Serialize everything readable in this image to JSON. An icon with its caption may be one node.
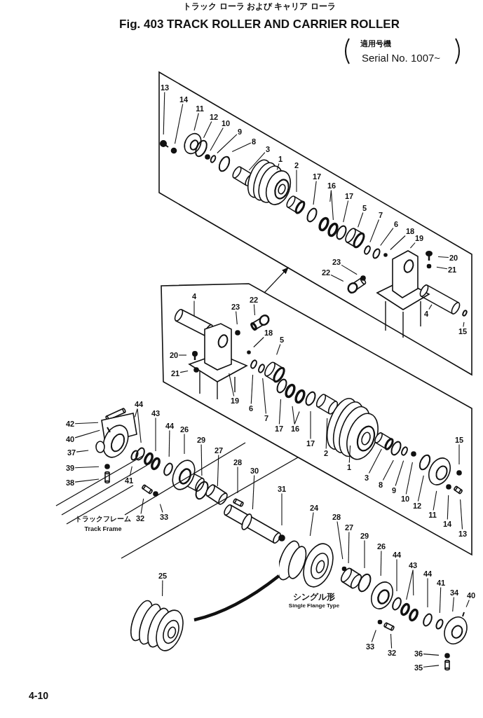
{
  "diagram": {
    "title": "Fig. 403 TRACK ROLLER AND CARRIER ROLLER",
    "nodes": [
      {
        "text": [],
        "shape": "box"
      },
      {
        "text": [],
        "shape": "box"
      },
      {
        "text": [
          "13"
        ],
        "in": 0
      },
      {
        "text": [
          "14"
        ],
        "in": 0
      },
      {
        "text": [
          "11"
        ],
        "in": 0
      },
      {
        "text": [
          "12"
        ],
        "in": 0
      },
      {
        "text": [
          "10"
        ],
        "in": 0
      },
      {
        "text": [
          "9"
        ],
        "in": 0
      },
      {
        "text": [
          "8"
        ],
        "in": 0
      },
      {
        "text": [
          "3"
        ],
        "in": 0
      },
      {
        "text": [
          "1"
        ],
        "in": 0
      },
      {
        "text": [
          "2"
        ],
        "in": 0
      },
      {
        "text": [
          "17"
        ],
        "in": 0
      },
      {
        "text": [
          "16"
        ],
        "in": 0
      },
      {
        "text": [
          "17"
        ],
        "in": 0
      },
      {
        "text": [
          "5"
        ],
        "in": 0
      },
      {
        "text": [
          "7"
        ],
        "in": 0
      },
      {
        "text": [
          "6"
        ],
        "in": 0
      },
      {
        "text": [
          "18"
        ],
        "in": 0
      },
      {
        "text": [
          "19"
        ],
        "in": 0
      },
      {
        "text": [
          "20"
        ],
        "in": 0
      },
      {
        "text": [
          "21"
        ],
        "in": 0
      },
      {
        "text": [
          "23"
        ],
        "in": 0
      },
      {
        "text": [
          "22"
        ],
        "in": 0
      },
      {
        "text": [
          "4"
        ],
        "in": 0
      },
      {
        "text": [
          "15"
        ],
        "in": 0
      },
      {
        "text": [
          "4"
        ],
        "in": 1
      },
      {
        "text": [
          "23"
        ],
        "in": 1
      },
      {
        "text": [
          "22"
        ],
        "in": 1
      },
      {
        "text": [
          "18"
        ],
        "in": 1
      },
      {
        "text": [
          "5"
        ],
        "in": 1
      },
      {
        "text": [
          "20"
        ],
        "in": 1
      },
      {
        "text": [
          "21"
        ],
        "in": 1
      },
      {
        "text": [
          "19"
        ],
        "in": 1
      },
      {
        "text": [
          "6"
        ],
        "in": 1
      },
      {
        "text": [
          "7"
        ],
        "in": 1
      },
      {
        "text": [
          "17"
        ],
        "in": 1
      },
      {
        "text": [
          "16"
        ],
        "in": 1
      },
      {
        "text": [
          "17"
        ],
        "in": 1
      },
      {
        "text": [
          "2"
        ],
        "in": 1
      },
      {
        "text": [
          "1"
        ],
        "in": 1
      },
      {
        "text": [
          "3"
        ],
        "in": 1
      },
      {
        "text": [
          "8"
        ],
        "in": 1
      },
      {
        "text": [
          "9"
        ],
        "in": 1
      },
      {
        "text": [
          "10"
        ],
        "in": 1
      },
      {
        "text": [
          "12"
        ],
        "in": 1
      },
      {
        "text": [
          "15"
        ],
        "in": 1
      },
      {
        "text": [
          "11"
        ],
        "in": 1
      },
      {
        "text": [
          "14"
        ],
        "in": 1
      },
      {
        "text": [
          "13"
        ],
        "in": 1
      },
      {
        "text": [
          "44"
        ]
      },
      {
        "text": [
          "42"
        ]
      },
      {
        "text": [
          "40"
        ]
      },
      {
        "text": [
          "37"
        ]
      },
      {
        "text": [
          "39"
        ]
      },
      {
        "text": [
          "38"
        ]
      },
      {
        "text": [
          "43"
        ]
      },
      {
        "text": [
          "44"
        ]
      },
      {
        "text": [
          "26"
        ]
      },
      {
        "text": [
          "29"
        ]
      },
      {
        "text": [
          "27"
        ]
      },
      {
        "text": [
          "28"
        ]
      },
      {
        "text": [
          "30"
        ]
      },
      {
        "text": [
          "41"
        ]
      },
      {
        "text": [
          "32"
        ]
      },
      {
        "text": [
          "33"
        ]
      },
      {
        "text": [
          "31"
        ]
      },
      {
        "text": [
          "24"
        ]
      },
      {
        "text": [
          "25"
        ]
      },
      {
        "text": [
          "28"
        ]
      },
      {
        "text": [
          "27"
        ]
      },
      {
        "text": [
          "29"
        ]
      },
      {
        "text": [
          "26"
        ]
      },
      {
        "text": [
          "44"
        ]
      },
      {
        "text": [
          "43"
        ]
      },
      {
        "text": [
          "44"
        ]
      },
      {
        "text": [
          "41"
        ]
      },
      {
        "text": [
          "34"
        ]
      },
      {
        "text": [
          "40"
        ]
      },
      {
        "text": [
          "33"
        ]
      },
      {
        "text": [
          "32"
        ]
      },
      {
        "text": [
          "36"
        ]
      },
      {
        "text": [
          "35"
        ]
      },
      {
        "text": [],
        "shape": "picture",
        "beside": [
          "シングル形",
          "Single Flange Type"
        ]
      },
      {
        "text": [],
        "shape": "picture"
      }
    ],
    "edges": [
      {
        "from": 1,
        "to": 0,
        "arrow": "to"
      },
      {
        "from": 83,
        "to": 84,
        "arrow": "none",
        "style": "thick"
      },
      {
        "from": 2,
        "to": null,
        "arrow": "none"
      },
      {
        "from": 3,
        "to": null,
        "arrow": "none"
      },
      {
        "from": 4,
        "to": null,
        "arrow": "none"
      },
      {
        "from": 5,
        "to": null,
        "arrow": "none"
      },
      {
        "from": 6,
        "to": null,
        "arrow": "none"
      },
      {
        "from": 7,
        "to": null,
        "arrow": "none"
      },
      {
        "from": 8,
        "to": null,
        "arrow": "none"
      },
      {
        "from": 9,
        "to": null,
        "arrow": "none"
      },
      {
        "from": 10,
        "to": null,
        "arrow": "none"
      },
      {
        "from": 11,
        "to": null,
        "arrow": "none"
      },
      {
        "from": 12,
        "to": null,
        "arrow": "none"
      },
      {
        "from": 13,
        "to": null,
        "arrow": "none"
      },
      {
        "from": 14,
        "to": null,
        "arrow": "none"
      },
      {
        "from": 15,
        "to": null,
        "arrow": "none"
      },
      {
        "from": 16,
        "to": null,
        "arrow": "none"
      },
      {
        "from": 17,
        "to": null,
        "arrow": "none"
      },
      {
        "from": 18,
        "to": null,
        "arrow": "none"
      },
      {
        "from": 19,
        "to": null,
        "arrow": "none"
      },
      {
        "from": 20,
        "to": null,
        "arrow": "none"
      },
      {
        "from": 21,
        "to": null,
        "arrow": "none"
      },
      {
        "from": 22,
        "to": null,
        "arrow": "none"
      },
      {
        "from": 23,
        "to": null,
        "arrow": "none"
      },
      {
        "from": 24,
        "to": null,
        "arrow": "none"
      },
      {
        "from": 25,
        "to": null,
        "arrow": "none"
      },
      {
        "from": 26,
        "to": null,
        "arrow": "none"
      },
      {
        "from": 27,
        "to": null,
        "arrow": "none"
      },
      {
        "from": 28,
        "to": null,
        "arrow": "none"
      },
      {
        "from": 29,
        "to": null,
        "arrow": "none"
      },
      {
        "from": 30,
        "to": null,
        "arrow": "none"
      },
      {
        "from": 31,
        "to": null,
        "arrow": "none"
      },
      {
        "from": 32,
        "to": null,
        "arrow": "none"
      },
      {
        "from": 33,
        "to": null,
        "arrow": "none"
      },
      {
        "from": 34,
        "to": null,
        "arrow": "none"
      },
      {
        "from": 35,
        "to": null,
        "arrow": "none"
      },
      {
        "from": 36,
        "to": null,
        "arrow": "none"
      },
      {
        "from": 37,
        "to": null,
        "arrow": "none"
      },
      {
        "from": 38,
        "to": null,
        "arrow": "none"
      },
      {
        "from": 39,
        "to": null,
        "arrow": "none"
      },
      {
        "from": 40,
        "to": null,
        "arrow": "none"
      },
      {
        "from": 41,
        "to": null,
        "arrow": "none"
      },
      {
        "from": 42,
        "to": null,
        "arrow": "none"
      },
      {
        "from": 43,
        "to": null,
        "arrow": "none"
      },
      {
        "from": 44,
        "to": null,
        "arrow": "none"
      },
      {
        "from": 45,
        "to": null,
        "arrow": "none"
      },
      {
        "from": 46,
        "to": null,
        "arrow": "none"
      },
      {
        "from": 47,
        "to": null,
        "arrow": "none"
      },
      {
        "from": 48,
        "to": null,
        "arrow": "none"
      },
      {
        "from": 49,
        "to": null,
        "arrow": "none"
      },
      {
        "from": 50,
        "to": null,
        "arrow": "none"
      },
      {
        "from": 51,
        "to": null,
        "arrow": "none"
      },
      {
        "from": 52,
        "to": null,
        "arrow": "none"
      },
      {
        "from": 53,
        "to": null,
        "arrow": "none"
      },
      {
        "from": 54,
        "to": null,
        "arrow": "none"
      },
      {
        "from": 55,
        "to": null,
        "arrow": "none"
      },
      {
        "from": 56,
        "to": null,
        "arrow": "none"
      },
      {
        "from": 57,
        "to": null,
        "arrow": "none"
      },
      {
        "from": 58,
        "to": null,
        "arrow": "none"
      },
      {
        "from": 59,
        "to": null,
        "arrow": "none"
      },
      {
        "from": 60,
        "to": null,
        "arrow": "none"
      },
      {
        "from": 61,
        "to": null,
        "arrow": "none"
      },
      {
        "from": 62,
        "to": null,
        "arrow": "none"
      },
      {
        "from": 63,
        "to": null,
        "arrow": "none"
      },
      {
        "from": 64,
        "to": null,
        "arrow": "none"
      },
      {
        "from": 65,
        "to": null,
        "arrow": "none"
      },
      {
        "from": 66,
        "to": null,
        "arrow": "none"
      },
      {
        "from": 67,
        "to": 83,
        "arrow": "none"
      },
      {
        "from": 68,
        "to": 84,
        "arrow": "none"
      },
      {
        "from": 69,
        "to": null,
        "arrow": "none"
      },
      {
        "from": 70,
        "to": null,
        "arrow": "none"
      },
      {
        "from": 71,
        "to": null,
        "arrow": "none"
      },
      {
        "from": 72,
        "to": null,
        "arrow": "none"
      },
      {
        "from": 73,
        "to": null,
        "arrow": "none"
      },
      {
        "from": 74,
        "to": null,
        "arrow": "none"
      },
      {
        "from": 75,
        "to": null,
        "arrow": "none"
      },
      {
        "from": 76,
        "to": null,
        "arrow": "none"
      },
      {
        "from": 77,
        "to": null,
        "arrow": "none"
      },
      {
        "from": 78,
        "to": null,
        "arrow": "none"
      },
      {
        "from": 79,
        "to": null,
        "arrow": "none"
      },
      {
        "from": 80,
        "to": null,
        "arrow": "none"
      },
      {
        "from": 81,
        "to": null,
        "arrow": "none"
      },
      {
        "from": 82,
        "to": null,
        "arrow": "none"
      }
    ],
    "labels": [
      "トラック ローラ および キャリア ローラ",
      "適用号機",
      "Serial No. 1007~",
      "トラックフレーム",
      "Track Frame",
      "4-10"
    ]
  }
}
